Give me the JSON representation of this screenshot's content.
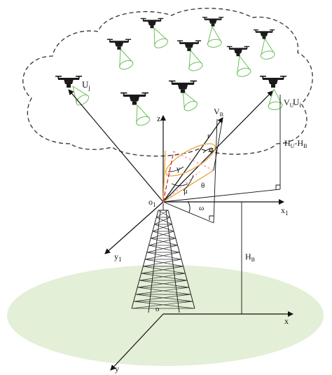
{
  "labels": {
    "uj": "U",
    "uj_sub": "j",
    "ui": "U",
    "ui_sub": "i",
    "vb": "V",
    "vb_sub": "B",
    "vu": "V",
    "vu_sub": "U",
    "r": "r",
    "psi": "ψ",
    "gamma": "γ",
    "mu": "μ",
    "theta": "θ",
    "omega": "ω",
    "hu_hb": "H",
    "hu_hb_sub1": "U",
    "hu_hb_mid": "-H",
    "hu_hb_sub2": "B",
    "z": "z",
    "o1": "o",
    "o1_sub": "1",
    "x1": "x",
    "x1_sub": "1",
    "y1": "y",
    "y1_sub": "1",
    "hb": "H",
    "hb_sub": "B",
    "o": "o",
    "x": "x",
    "y": "y"
  },
  "colors": {
    "cloud": "#333333",
    "coverage_cone": "#6bbf59",
    "beam": "#e8a33a",
    "red_ray": "#d62b2b",
    "ground": "#e3efd6"
  },
  "icons": [
    "drone-icon",
    "coverage-cone-icon",
    "lattice-tower-icon"
  ]
}
